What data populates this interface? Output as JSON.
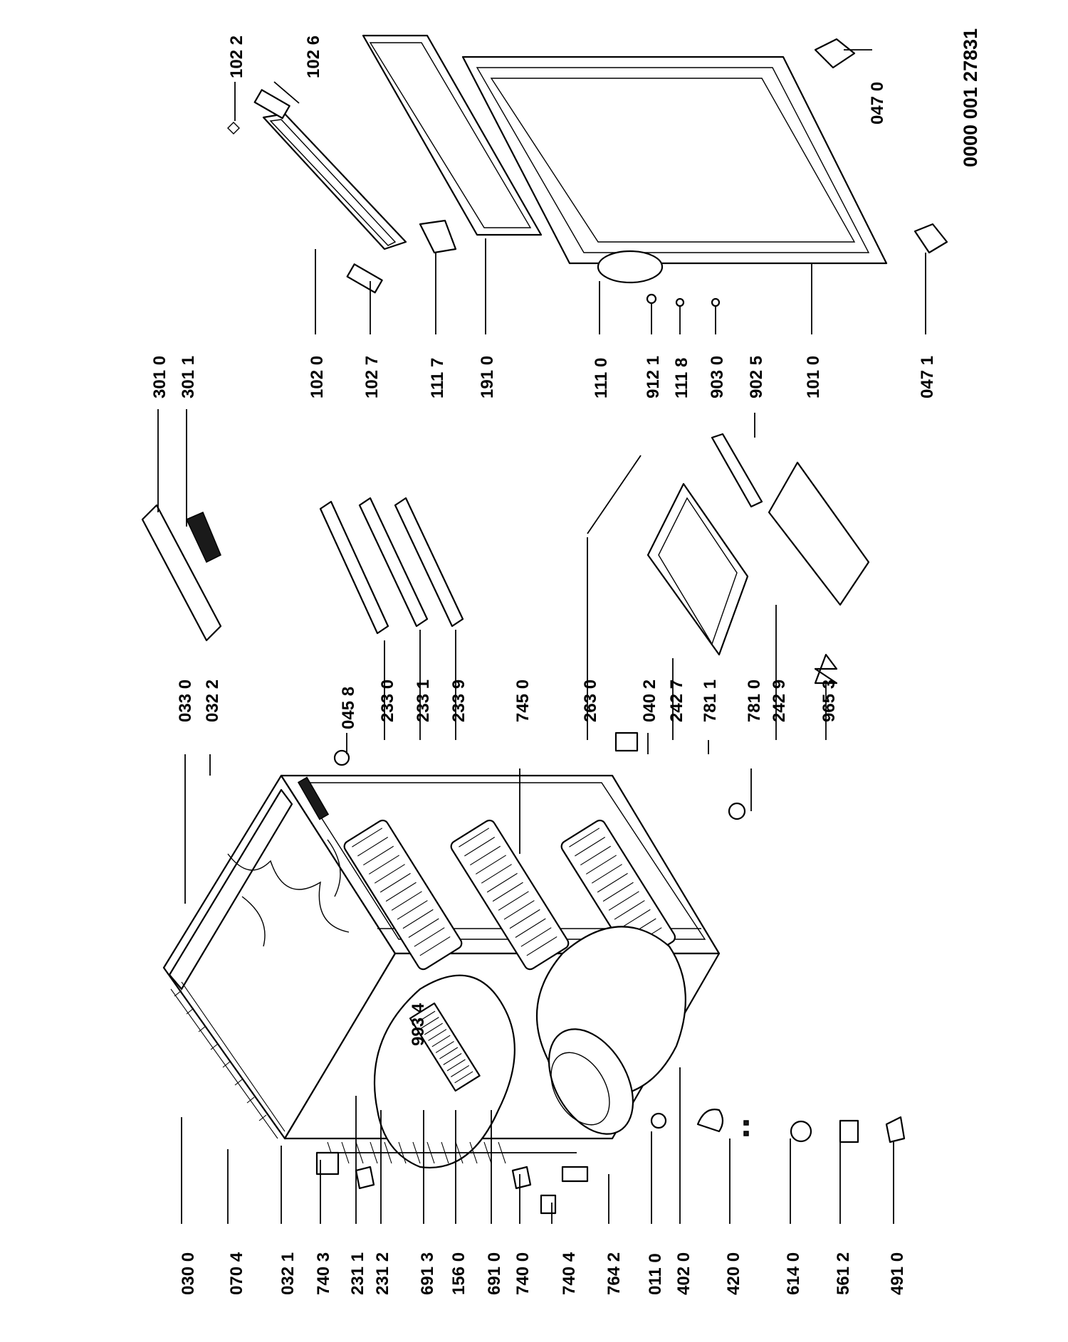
{
  "document_number": "0000 001 27831",
  "labels_left": [
    "030 0",
    "070 4",
    "032 1",
    "740 3",
    "231 1",
    "231 2",
    "691 3",
    "156 0",
    "691 0",
    "740 0",
    "740 4",
    "764 2",
    "011 0",
    "402 0",
    "420 0",
    "614 0",
    "561 2",
    "491 0"
  ],
  "labels_mid": [
    "033 0",
    "032 2",
    "045 8",
    "233 0",
    "233 1",
    "233 9",
    "745 0",
    "263 0",
    "040 2",
    "242 7",
    "781 1",
    "781 0",
    "242 9",
    "965 3"
  ],
  "labels_right": [
    "301 0",
    "301 1",
    "102 0",
    "102 7",
    "111 7",
    "191 0",
    "111 0",
    "912 1",
    "111 8",
    "903 0",
    "902 5",
    "101 0",
    "047 1"
  ],
  "labels_top": [
    "102 2",
    "102 6",
    "047 0"
  ],
  "label_interior": "993 4"
}
